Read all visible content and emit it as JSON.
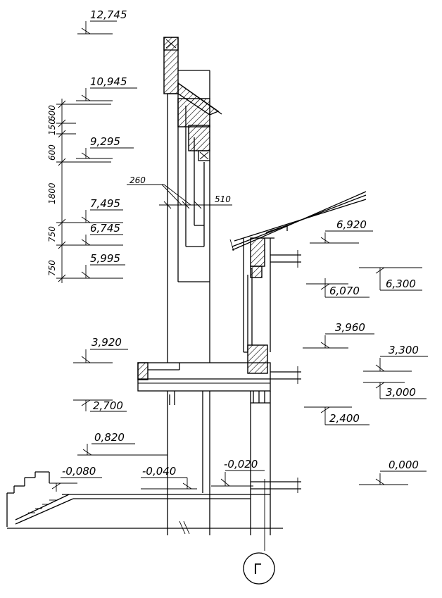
{
  "levels_left": [
    {
      "id": "l12745",
      "text": "12,745"
    },
    {
      "id": "l10945",
      "text": "10,945"
    },
    {
      "id": "l9295",
      "text": "9,295"
    },
    {
      "id": "l7495",
      "text": "7,495"
    },
    {
      "id": "l6745",
      "text": "6,745"
    },
    {
      "id": "l5995",
      "text": "5,995"
    },
    {
      "id": "l3920",
      "text": "3,920"
    },
    {
      "id": "l2700",
      "text": "2,700"
    },
    {
      "id": "l0820",
      "text": "0,820"
    },
    {
      "id": "lm0080",
      "text": "-0,080"
    },
    {
      "id": "lm0040",
      "text": "-0,040"
    },
    {
      "id": "lm0020",
      "text": "-0,020"
    }
  ],
  "levels_right": [
    {
      "id": "r6920",
      "text": "6,920"
    },
    {
      "id": "r6300",
      "text": "6,300"
    },
    {
      "id": "r6070",
      "text": "6,070"
    },
    {
      "id": "r3960",
      "text": "3,960"
    },
    {
      "id": "r3300",
      "text": "3,300"
    },
    {
      "id": "r3000",
      "text": "3,000"
    },
    {
      "id": "r2400",
      "text": "2,400"
    },
    {
      "id": "r0000",
      "text": "0,000"
    }
  ],
  "vertical_dims": [
    {
      "id": "d600a",
      "text": "600"
    },
    {
      "id": "d150",
      "text": "150"
    },
    {
      "id": "d600b",
      "text": "600"
    },
    {
      "id": "d1800",
      "text": "1800"
    },
    {
      "id": "d750a",
      "text": "750"
    },
    {
      "id": "d750b",
      "text": "750"
    }
  ],
  "wall_dims": {
    "inner": "260",
    "outer": "510"
  },
  "axis": {
    "label": "Г"
  }
}
